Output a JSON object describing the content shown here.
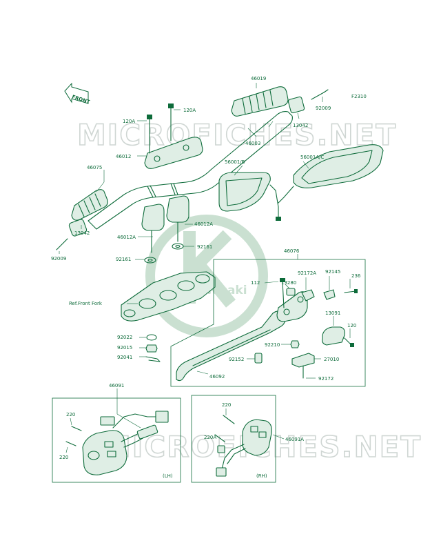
{
  "diagram_code": "F2310",
  "front_label": "FRONT",
  "watermark": "MICROFICHES.NET",
  "brand_logo": "Kawasaki",
  "section_labels": {
    "lh": "(LH)",
    "rh": "(RH)"
  },
  "part_numbers": {
    "p46019": "46019",
    "p92009_top": "92009",
    "p13042_top": "13042",
    "p46003": "46003",
    "p120A_a": "120A",
    "p120A_b": "120A",
    "p46012": "46012",
    "p46075": "46075",
    "p56001B": "56001/B",
    "p56001AC": "56001A/C",
    "p46012A_right": "46012A",
    "p46012A_left": "46012A",
    "p13042_left": "13042",
    "p92009_left": "92009",
    "p92161_right": "92161",
    "p92161_left": "92161",
    "ref_front_fork": "Ref.Front Fork",
    "p92022": "92022",
    "p92015": "92015",
    "p92041": "92041",
    "p46076": "46076",
    "p112": "112",
    "p13280": "13280",
    "p92172A": "92172A",
    "p92145": "92145",
    "p236": "236",
    "p13091": "13091",
    "p120": "120",
    "p92210": "92210",
    "p92152": "92152",
    "p27010": "27010",
    "p46092": "46092",
    "p92172": "92172",
    "p46091": "46091",
    "p220_lh_a": "220",
    "p220_lh_b": "220",
    "p220_rh": "220",
    "p220A": "220A",
    "p46091A": "46091A"
  }
}
